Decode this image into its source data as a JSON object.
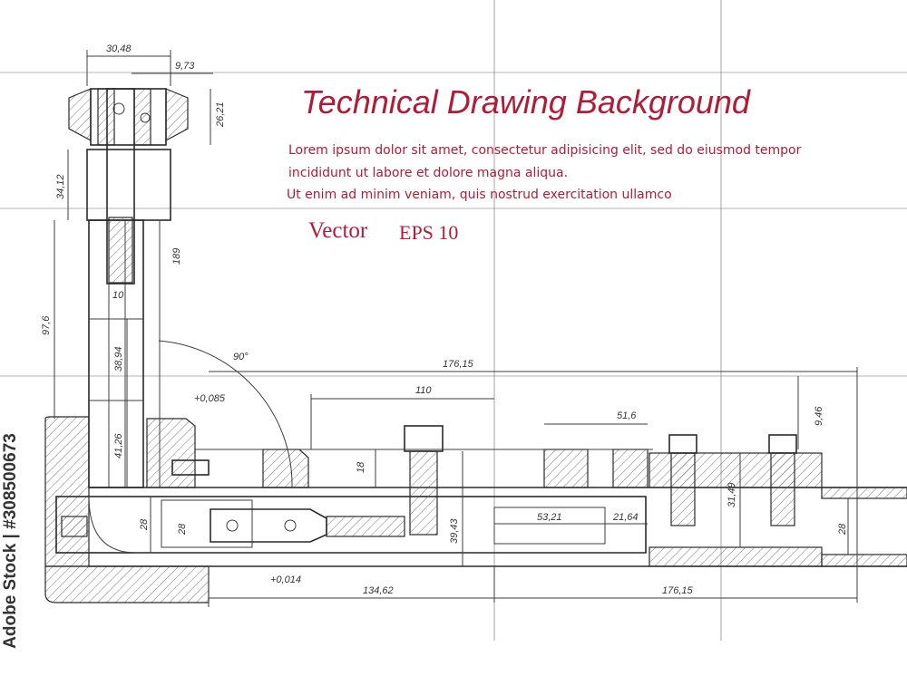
{
  "title": "Technical Drawing Background",
  "body_lines": [
    "Lorem ipsum dolor sit amet, consectetur adipisicing elit, sed do eiusmod tempor",
    "incididunt ut labore et dolore magna aliqua.",
    "Ut enim ad minim veniam, quis nostrud exercitation ullamco"
  ],
  "vector_label": "Vector",
  "format_label": "EPS 10",
  "stock_id": "Adobe Stock | #308500673",
  "dimensions": {
    "d3048": "30,48",
    "d973": "9,73",
    "d2621": "26,21",
    "d3412": "34,12",
    "d189": "189",
    "d10": "10",
    "d976": "97,6",
    "d3894": "38,94",
    "d90": "90°",
    "d0085": "+0,085",
    "d4126": "41,26",
    "d17615t": "176,15",
    "d110": "110",
    "d516": "51,6",
    "d946": "9,46",
    "d18": "18",
    "d3149": "31,49",
    "d28a": "28",
    "d28b": "28",
    "d3943": "39,43",
    "d5321": "53,21",
    "d2164": "21,64",
    "d28c": "28",
    "d0014": "+0,014",
    "d13462": "134,62",
    "d17615b": "176,15"
  },
  "colors": {
    "accent": "#b01c37",
    "line": "#3c3c3c",
    "background": "#ffffff"
  }
}
